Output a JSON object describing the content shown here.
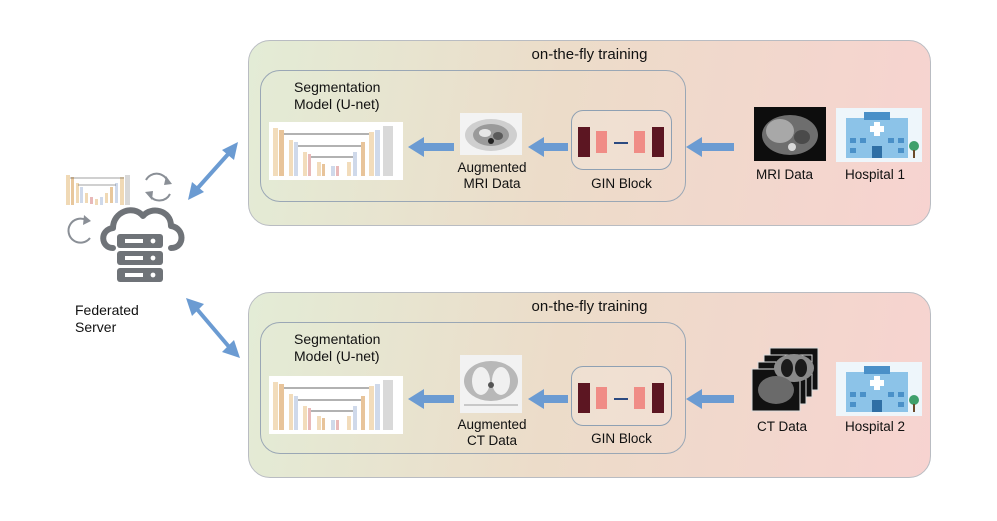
{
  "server": {
    "label_line1": "Federated",
    "label_line2": "Server"
  },
  "rows": [
    {
      "title": "on-the-fly training",
      "model_line1": "Segmentation",
      "model_line2": "Model (U-net)",
      "aug_line1": "Augmented",
      "aug_line2": "MRI Data",
      "gin_label": "GIN Block",
      "data_label": "MRI Data",
      "hospital_label": "Hospital 1"
    },
    {
      "title": "on-the-fly training",
      "model_line1": "Segmentation",
      "model_line2": "Model (U-net)",
      "aug_line1": "Augmented",
      "aug_line2": "CT Data",
      "gin_label": "GIN Block",
      "data_label": "CT Data",
      "hospital_label": "Hospital 2"
    }
  ],
  "colors": {
    "arrow": "#6b9bd2",
    "gin_dark": "#5c1622",
    "gin_light": "#f08c86"
  }
}
